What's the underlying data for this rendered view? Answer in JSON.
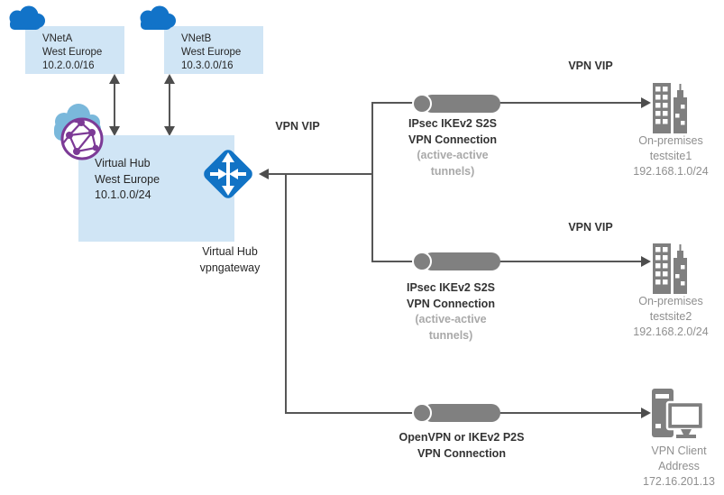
{
  "colors": {
    "azure_blue": "#1273c8",
    "light_blue_box": "#d0e5f5",
    "hub_cloud_blue": "#7ab8db",
    "globe_purple": "#7c3a96",
    "icon_gray": "#7f7f7f",
    "line_gray": "#565656",
    "muted_note_text": "#a9a9a9",
    "site_text": "#8f8f8f",
    "dark_text": "#262626"
  },
  "vnets": [
    {
      "name": "VNetA",
      "region": "West Europe",
      "cidr": "10.2.0.0/16"
    },
    {
      "name": "VNetB",
      "region": "West Europe",
      "cidr": "10.3.0.0/16"
    }
  ],
  "hub": {
    "name": "Virtual Hub",
    "region": "West Europe",
    "cidr": "10.1.0.0/24"
  },
  "gateway": {
    "line1": "Virtual Hub",
    "line2": "vpngateway"
  },
  "vips": [
    "VPN VIP",
    "VPN VIP",
    "VPN VIP"
  ],
  "connections": {
    "s2s_1": {
      "title1": "IPsec IKEv2 S2S",
      "title2": "VPN Connection",
      "note1": "(active-active",
      "note2": "tunnels)"
    },
    "s2s_2": {
      "title1": "IPsec IKEv2 S2S",
      "title2": "VPN Connection",
      "note1": "(active-active",
      "note2": "tunnels)"
    },
    "p2s": {
      "title1": "OpenVPN or IKEv2 P2S",
      "title2": "VPN Connection"
    }
  },
  "sites": [
    {
      "type": "On-premises",
      "name": "testsite1",
      "cidr": "192.168.1.0/24"
    },
    {
      "type": "On-premises",
      "name": "testsite2",
      "cidr": "192.168.2.0/24"
    }
  ],
  "client": {
    "line1": "VPN Client",
    "line2": "Address",
    "ip": "172.16.201.13"
  }
}
